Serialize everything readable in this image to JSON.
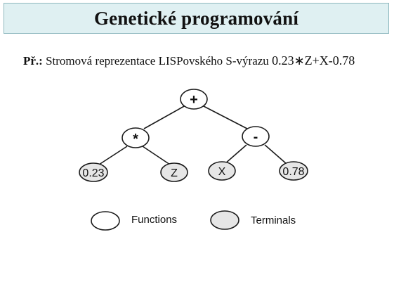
{
  "slide": {
    "title": "Genetické programování",
    "example_prefix": "Př.:",
    "example_text": "Stromová reprezentace LISPovského S-výrazu",
    "example_expression": "0.23∗Z+X-0.78"
  },
  "tree": {
    "root": "+",
    "left_operator": "*",
    "right_operator": "-",
    "terminals": [
      "0.23",
      "Z",
      "X",
      "0.78"
    ]
  },
  "legend": {
    "functions_label": "Functions",
    "terminals_label": "Terminals"
  },
  "colors": {
    "title_background": "#dff0f2",
    "title_border": "#8fb8bf",
    "function_fill": "#ffffff",
    "terminal_fill": "#e6e6e6",
    "stroke": "#1a1a1a"
  }
}
